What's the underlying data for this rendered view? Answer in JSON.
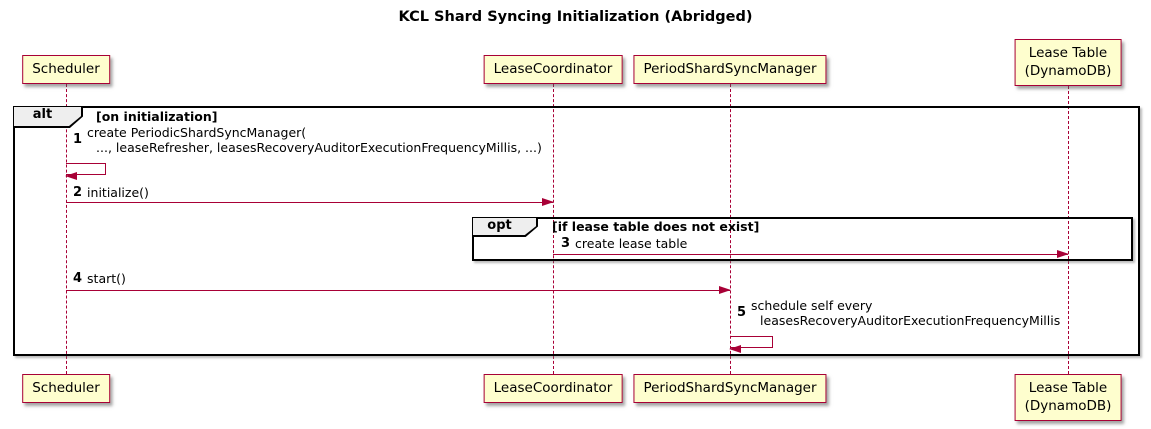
{
  "title": "KCL Shard Syncing Initialization (Abridged)",
  "colors": {
    "accent": "#A80036",
    "participant_fill": "#FEFECE",
    "frame_border": "#000000",
    "frame_tab_fill": "#EEEEEE",
    "background": "#FFFFFF"
  },
  "participants": [
    {
      "id": "scheduler",
      "label": "Scheduler"
    },
    {
      "id": "lease-coordinator",
      "label": "LeaseCoordinator"
    },
    {
      "id": "period-shard-sync-manager",
      "label": "PeriodShardSyncManager"
    },
    {
      "id": "lease-table",
      "label_line1": "Lease Table",
      "label_line2": "(DynamoDB)"
    }
  ],
  "frames": {
    "alt": {
      "operator": "alt",
      "guard": "[on initialization]"
    },
    "opt": {
      "operator": "opt",
      "guard": "[if lease table does not exist]"
    }
  },
  "messages": [
    {
      "num": "1",
      "line1": "create PeriodicShardSyncManager(",
      "line2": "..., leaseRefresher, leasesRecoveryAuditorExecutionFrequencyMillis, ...)",
      "type": "self",
      "from": "scheduler",
      "to": "scheduler"
    },
    {
      "num": "2",
      "text": "initialize()",
      "type": "call",
      "from": "scheduler",
      "to": "lease-coordinator"
    },
    {
      "num": "3",
      "text": "create lease table",
      "type": "call",
      "from": "lease-coordinator",
      "to": "lease-table"
    },
    {
      "num": "4",
      "text": "start()",
      "type": "call",
      "from": "scheduler",
      "to": "period-shard-sync-manager"
    },
    {
      "num": "5",
      "line1": "schedule self every",
      "line2": "leasesRecoveryAuditorExecutionFrequencyMillis",
      "type": "self",
      "from": "period-shard-sync-manager",
      "to": "period-shard-sync-manager"
    }
  ]
}
